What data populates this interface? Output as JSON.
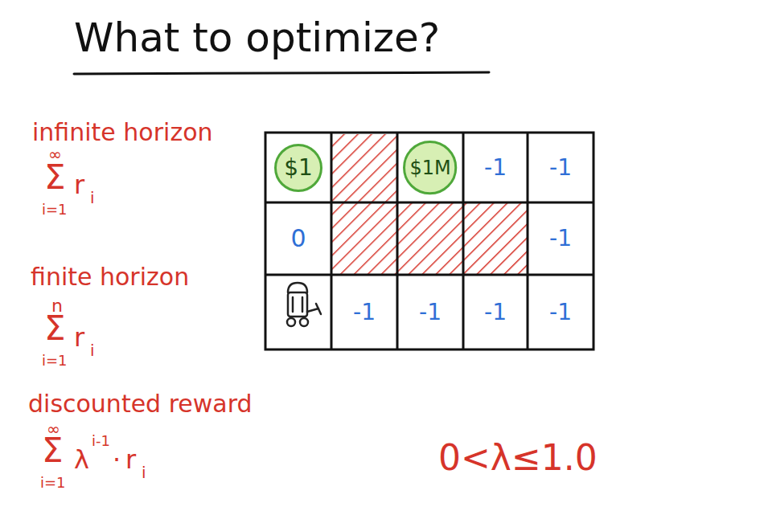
{
  "diagram": {
    "title": "What to optimize?",
    "nodes": [
      {
        "text": [
          "$1"
        ]
      },
      {
        "text": [
          "$1M"
        ]
      },
      {
        "text": [
          "-1"
        ]
      },
      {
        "text": [
          "-1"
        ]
      },
      {
        "text": [
          "0"
        ]
      },
      {
        "text": [
          "-1"
        ]
      },
      {
        "text": [
          "-1"
        ]
      },
      {
        "text": [
          "-1"
        ]
      },
      {
        "text": [
          "-1"
        ]
      },
      {
        "text": [
          "-1"
        ]
      }
    ],
    "labels": [
      "infinite horizon",
      "∞",
      "Σ",
      "r",
      "i",
      "i=1",
      "finite horizon",
      "n",
      "Σ",
      "r",
      "i",
      "i=1",
      "discounted reward",
      "∞",
      "Σ",
      "λ",
      "i-1",
      "·",
      "r",
      "i",
      "i=1",
      "0<λ≤1.0"
    ]
  }
}
